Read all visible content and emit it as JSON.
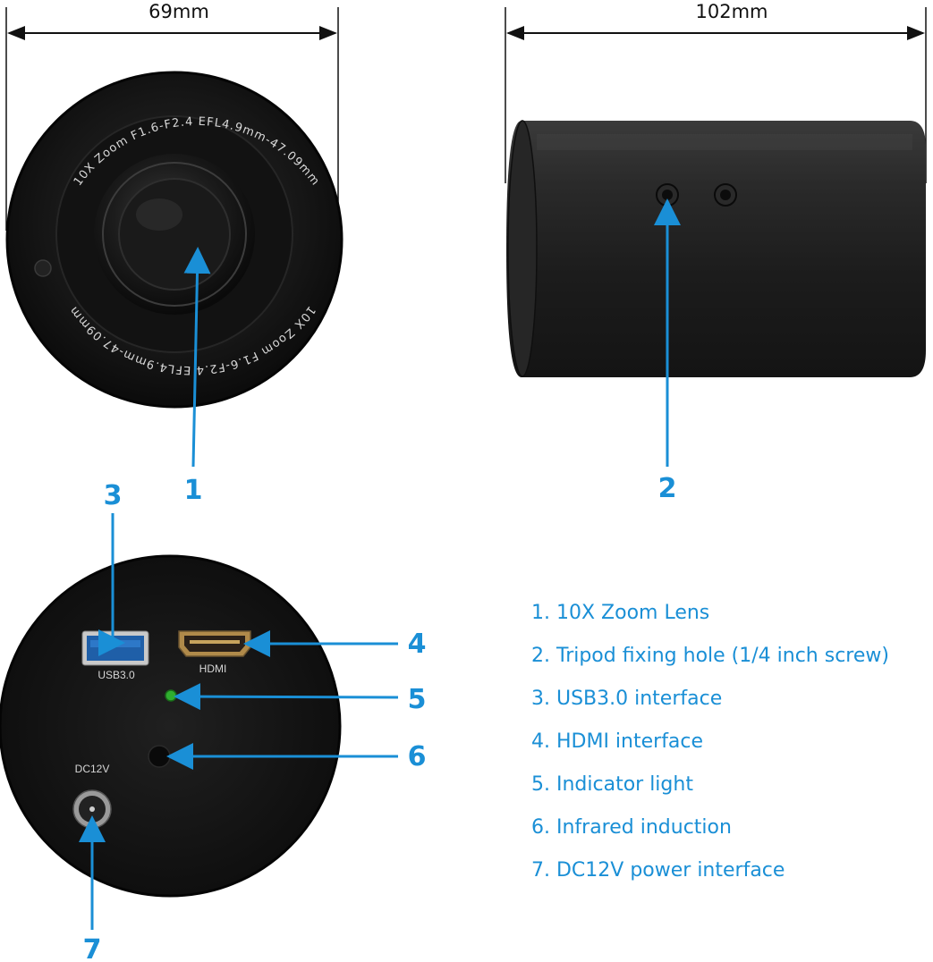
{
  "dimensions": {
    "width_label": "69mm",
    "length_label": "102mm"
  },
  "lens": {
    "ring_text_1": "10X Zoom  F1.6-F2.4  EFL4.9mm-47.09mm",
    "ring_text_2": "10X Zoom  F1.6-F2.4  EFL4.9mm-47.09mm"
  },
  "ports": {
    "usb_label": "USB3.0",
    "hdmi_label": "HDMI",
    "dc_label": "DC12V"
  },
  "callouts": [
    "1",
    "2",
    "3",
    "4",
    "5",
    "6",
    "7"
  ],
  "legend": [
    "1. 10X Zoom Lens",
    "2. Tripod fixing hole (1/4 inch screw)",
    "3. USB3.0 interface",
    "4. HDMI interface",
    "5. Indicator light",
    "6. Infrared induction",
    "7. DC12V power interface"
  ],
  "colors": {
    "accent": "#1a8fd6",
    "body": "#1b1b1b",
    "indicator": "#2fae2f"
  }
}
